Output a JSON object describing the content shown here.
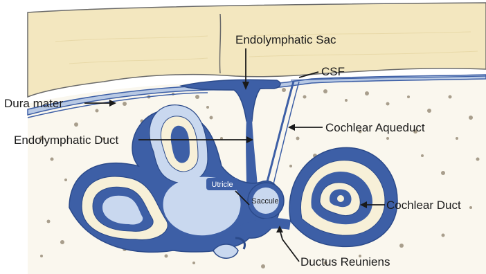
{
  "labels": {
    "endolymphatic_sac": "Endolymphatic Sac",
    "csf": "CSF",
    "dura_mater": "Dura mater",
    "cochlear_aqueduct": "Cochlear Aqueduct",
    "endolymphatic_duct": "Endolymphatic Duct",
    "utricle": "Utricle",
    "saccule": "Saccule",
    "cochlear_duct": "Cochlear Duct",
    "ductus_reuniens": "Ductus Reuniens"
  },
  "colors": {
    "skull_bone": "#f3e7bf",
    "dura": "#b8c9e4",
    "dark_blue": "#3d5fa6",
    "light_blue": "#c9d8ef",
    "cream": "#f7f0d8",
    "dots": "#a89e8c"
  }
}
